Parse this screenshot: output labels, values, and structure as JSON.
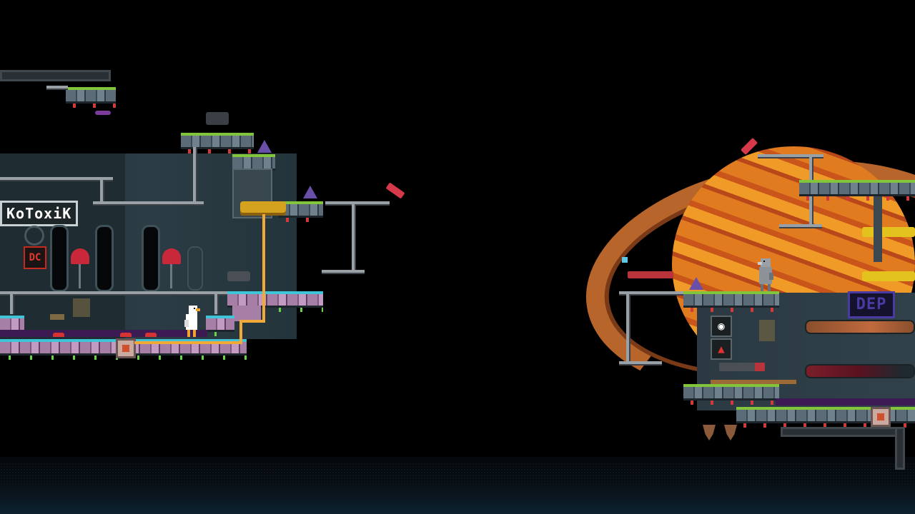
{
  "game": {
    "player_tag": "KoToxiK",
    "left_sign": "DC",
    "right_sign": "DEP"
  },
  "hud": {
    "eye_icon": "eye-icon",
    "warning_icon": "warning-icon"
  },
  "colors": {
    "background": "#000000",
    "platform_grass": "#82c43a",
    "platform_cyan": "#3fc4d8",
    "planet_orange": "#e07b20",
    "ring_brown": "#b7652a",
    "wire_orange": "#f1a93a",
    "dep_sign": "#4a3ba2",
    "dc_sign": "#c52a1e"
  }
}
